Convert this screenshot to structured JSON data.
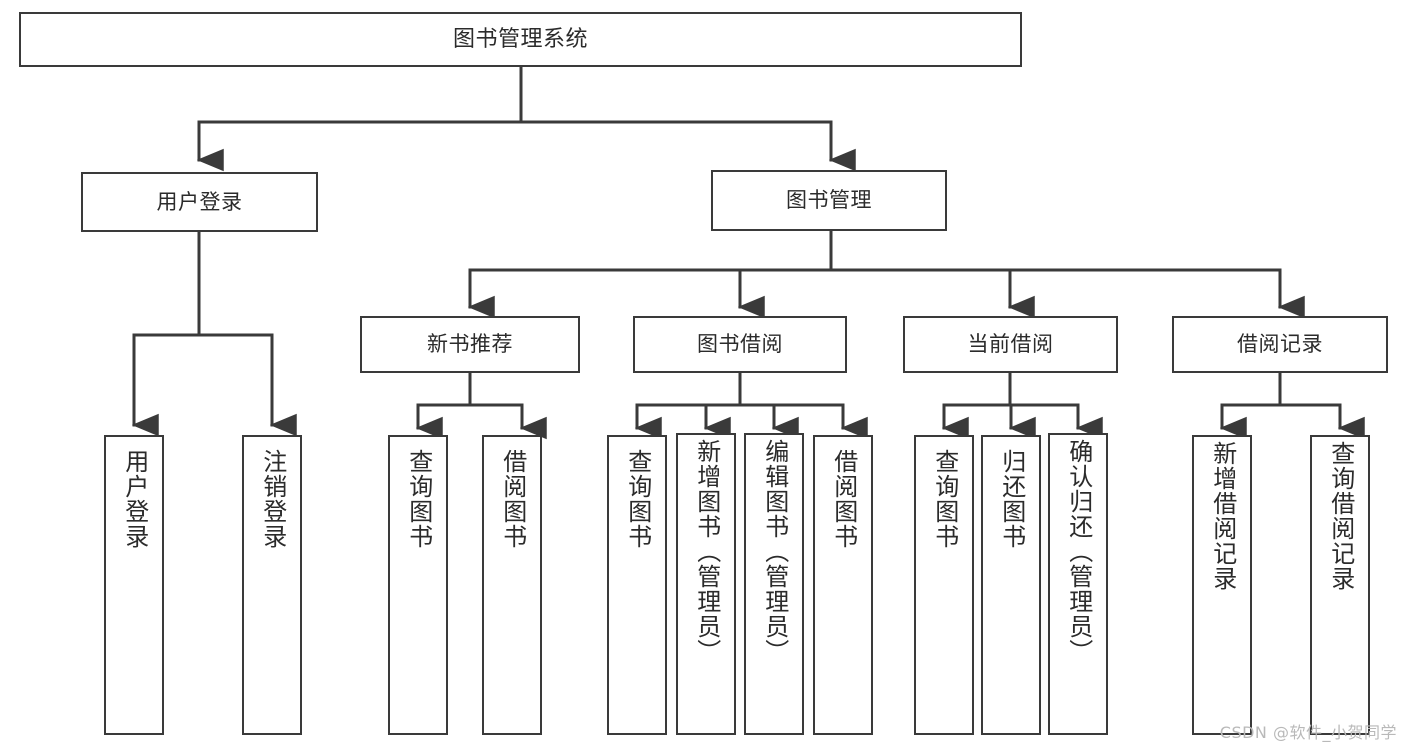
{
  "diagram": {
    "title": "图书管理系统",
    "stroke_color": "#3a3a3a",
    "text_color": "#2b2b2b",
    "background": "#ffffff",
    "nodes": {
      "root": "图书管理系统",
      "level1": [
        {
          "id": "user-login",
          "label": "用户登录"
        },
        {
          "id": "book-management",
          "label": "图书管理"
        }
      ],
      "level2": [
        {
          "id": "new-book-recommend",
          "label": "新书推荐"
        },
        {
          "id": "book-borrow",
          "label": "图书借阅"
        },
        {
          "id": "current-borrow",
          "label": "当前借阅"
        },
        {
          "id": "borrow-record",
          "label": "借阅记录"
        }
      ],
      "leaves": [
        {
          "id": "leaf-user-login",
          "label": "用户登录"
        },
        {
          "id": "leaf-logout-login",
          "label": "注销登录"
        },
        {
          "id": "leaf-query-book-1",
          "label": "查询图书"
        },
        {
          "id": "leaf-borrow-book-1",
          "label": "借阅图书"
        },
        {
          "id": "leaf-query-book-2",
          "label": "查询图书"
        },
        {
          "id": "leaf-add-book",
          "label": "新增图书（管理员）"
        },
        {
          "id": "leaf-edit-book",
          "label": "编辑图书（管理员）"
        },
        {
          "id": "leaf-borrow-book-2",
          "label": "借阅图书"
        },
        {
          "id": "leaf-query-book-3",
          "label": "查询图书"
        },
        {
          "id": "leaf-return-book",
          "label": "归还图书"
        },
        {
          "id": "leaf-confirm-return",
          "label": "确认归还（管理员）"
        },
        {
          "id": "leaf-add-borrow-record",
          "label": "新增借阅记录"
        },
        {
          "id": "leaf-query-borrow-record",
          "label": "查询借阅记录"
        }
      ]
    }
  },
  "watermark": {
    "text": "CSDN @软件_小贺同学"
  }
}
